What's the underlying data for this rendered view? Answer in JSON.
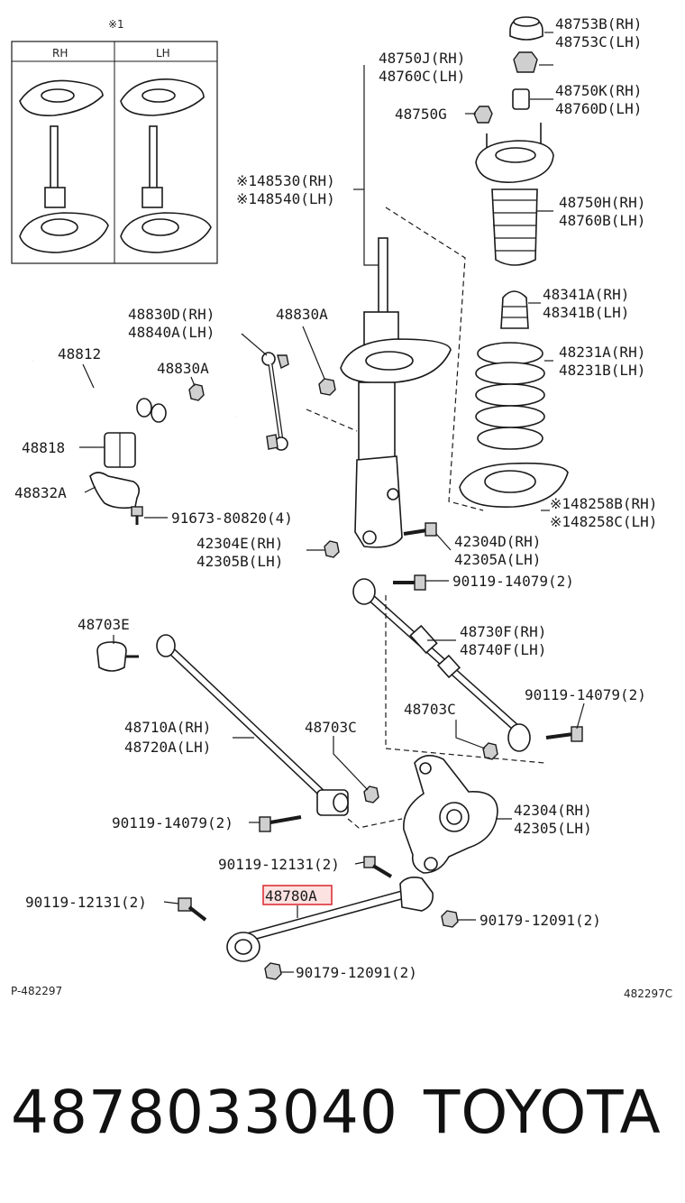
{
  "inset": {
    "note": "※1",
    "rh": "RH",
    "lh": "LH"
  },
  "labels": {
    "l48753": [
      "48753B(RH)",
      "48753C(LH)"
    ],
    "l48750j": [
      "48750J(RH)",
      "48760C(LH)"
    ],
    "l48750k": [
      "48750K(RH)",
      "48760D(LH)"
    ],
    "l48750g": "48750G",
    "l48530": [
      "※148530(RH)",
      "※148540(LH)"
    ],
    "l48750h": [
      "48750H(RH)",
      "48760B(LH)"
    ],
    "l48341": [
      "48341A(RH)",
      "48341B(LH)"
    ],
    "l48830d": [
      "48830D(RH)",
      "48840A(LH)"
    ],
    "l48830a_top": "48830A",
    "l48812": "48812",
    "l48830a_mid": "48830A",
    "l48231": [
      "48231A(RH)",
      "48231B(LH)"
    ],
    "l48818": "48818",
    "l48832a": "48832A",
    "l91673": "91673-80820(4)",
    "l48258": [
      "※148258B(RH)",
      "※148258C(LH)"
    ],
    "l42304e": [
      "42304E(RH)",
      "42305B(LH)"
    ],
    "l42304d": [
      "42304D(RH)",
      "42305A(LH)"
    ],
    "l90119_a": "90119-14079(2)",
    "l48703e": "48703E",
    "l48730f": [
      "48730F(RH)",
      "48740F(LH)"
    ],
    "l90119_b": "90119-14079(2)",
    "l48703c_r": "48703C",
    "l48710a": [
      "48710A(RH)",
      "48720A(LH)"
    ],
    "l48703c_m": "48703C",
    "l42304": [
      "42304(RH)",
      "42305(LH)"
    ],
    "l90119_c": "90119-14079(2)",
    "l90119_d": "90119-12131(2)",
    "l48780a": "48780A",
    "l90119_e": "90119-12131(2)",
    "l90179_a": "90179-12091(2)",
    "l90179_b": "90179-12091(2)"
  },
  "footer": {
    "left_code": "P-482297",
    "right_code": "482297C"
  },
  "caption": {
    "part_number": "4878033040",
    "brand": "TOYOTA"
  },
  "colors": {
    "highlight": "#d9262b",
    "ink": "#1a1a1a"
  }
}
